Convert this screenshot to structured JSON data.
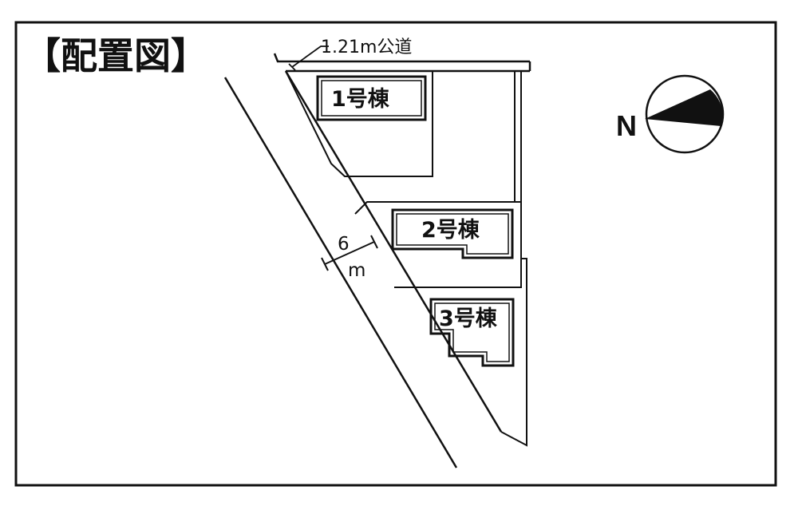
{
  "title": "【配置図】",
  "road_label": "1.21m公道",
  "road_width_number": "6",
  "road_width_unit": "m",
  "buildings": [
    "1号棟",
    "2号棟",
    "3号棟"
  ],
  "north_label": "N",
  "colors": {
    "ink": "#111111",
    "background": "#ffffff"
  }
}
